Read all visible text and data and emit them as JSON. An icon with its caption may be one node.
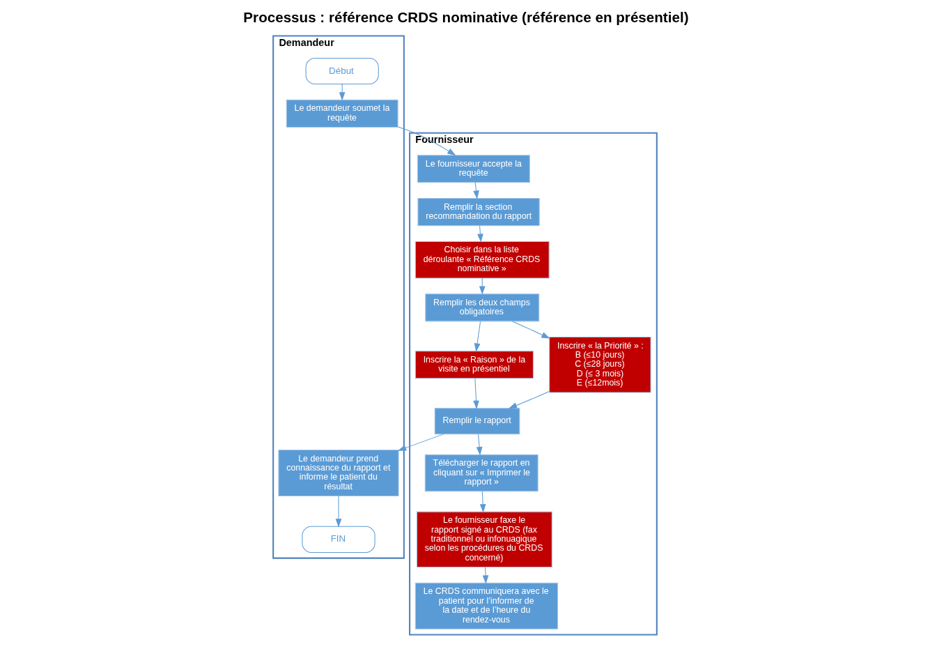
{
  "diagram": {
    "title": "Processus : référence CRDS nominative (référence en présentiel)",
    "nodes": [
      {
        "text": [
          "Demandeur"
        ]
      },
      {
        "text": [
          "Début"
        ],
        "in": 0
      },
      {
        "text": [
          "FIN"
        ],
        "in": 0
      },
      {
        "text": [
          "Le demandeur soumet la requête"
        ],
        "in": 0
      },
      {
        "text": [
          "Le demandeur prend connaissance du rapport et informe le patient du résultat"
        ],
        "in": 0
      },
      {
        "text": [
          "Fournisseur"
        ]
      },
      {
        "text": [
          "Le fournisseur accepte la requête"
        ],
        "in": 5
      },
      {
        "text": [
          "Remplir la section recommandation du rapport"
        ],
        "in": 5
      },
      {
        "text": [
          "Choisir dans la liste déroulante « Référence CRDS nominative »"
        ],
        "in": 5
      },
      {
        "text": [
          "Remplir les deux champs obligatoires"
        ],
        "in": 5
      },
      {
        "text": [
          "Inscrire la « Raison » de la visite en présentiel"
        ],
        "in": 5
      },
      {
        "text": [
          "Inscrire « la Priorité » :",
          "B (≤10 jours)",
          "C (≤28 jours)",
          "D (≤ 3 mois)",
          "E (≤12mois)"
        ],
        "in": 5
      },
      {
        "text": [
          "Remplir le rapport"
        ],
        "in": 5
      },
      {
        "text": [
          "Télécharger le rapport en cliquant sur « Imprimer le rapport »"
        ],
        "in": 5
      },
      {
        "text": [
          "Le fournisseur faxe le rapport signé au CRDS (fax traditionnel ou infonuagique selon les procédures du CRDS concerné)"
        ],
        "in": 5
      },
      {
        "text": [
          "Le CRDS communiquera avec le patient pour l’informer de la date et de l’heure du rendez-vous"
        ],
        "in": 5
      }
    ],
    "edges": [
      {
        "from": 1,
        "to": 3,
        "arrow": "to"
      },
      {
        "from": 3,
        "to": 6,
        "arrow": "to"
      },
      {
        "from": 6,
        "to": 7,
        "arrow": "to"
      },
      {
        "from": 7,
        "to": 8,
        "arrow": "to"
      },
      {
        "from": 8,
        "to": 9,
        "arrow": "to"
      },
      {
        "from": 9,
        "to": 10,
        "arrow": "to"
      },
      {
        "from": 9,
        "to": 11,
        "arrow": "to"
      },
      {
        "from": 10,
        "to": 12,
        "arrow": "to"
      },
      {
        "from": 11,
        "to": 12,
        "arrow": "to"
      },
      {
        "from": 12,
        "to": 4,
        "arrow": "to"
      },
      {
        "from": 4,
        "to": 2,
        "arrow": "to"
      },
      {
        "from": 12,
        "to": 13,
        "arrow": "to"
      },
      {
        "from": 13,
        "to": 14,
        "arrow": "to"
      },
      {
        "from": 14,
        "to": 15,
        "arrow": "to"
      }
    ]
  }
}
